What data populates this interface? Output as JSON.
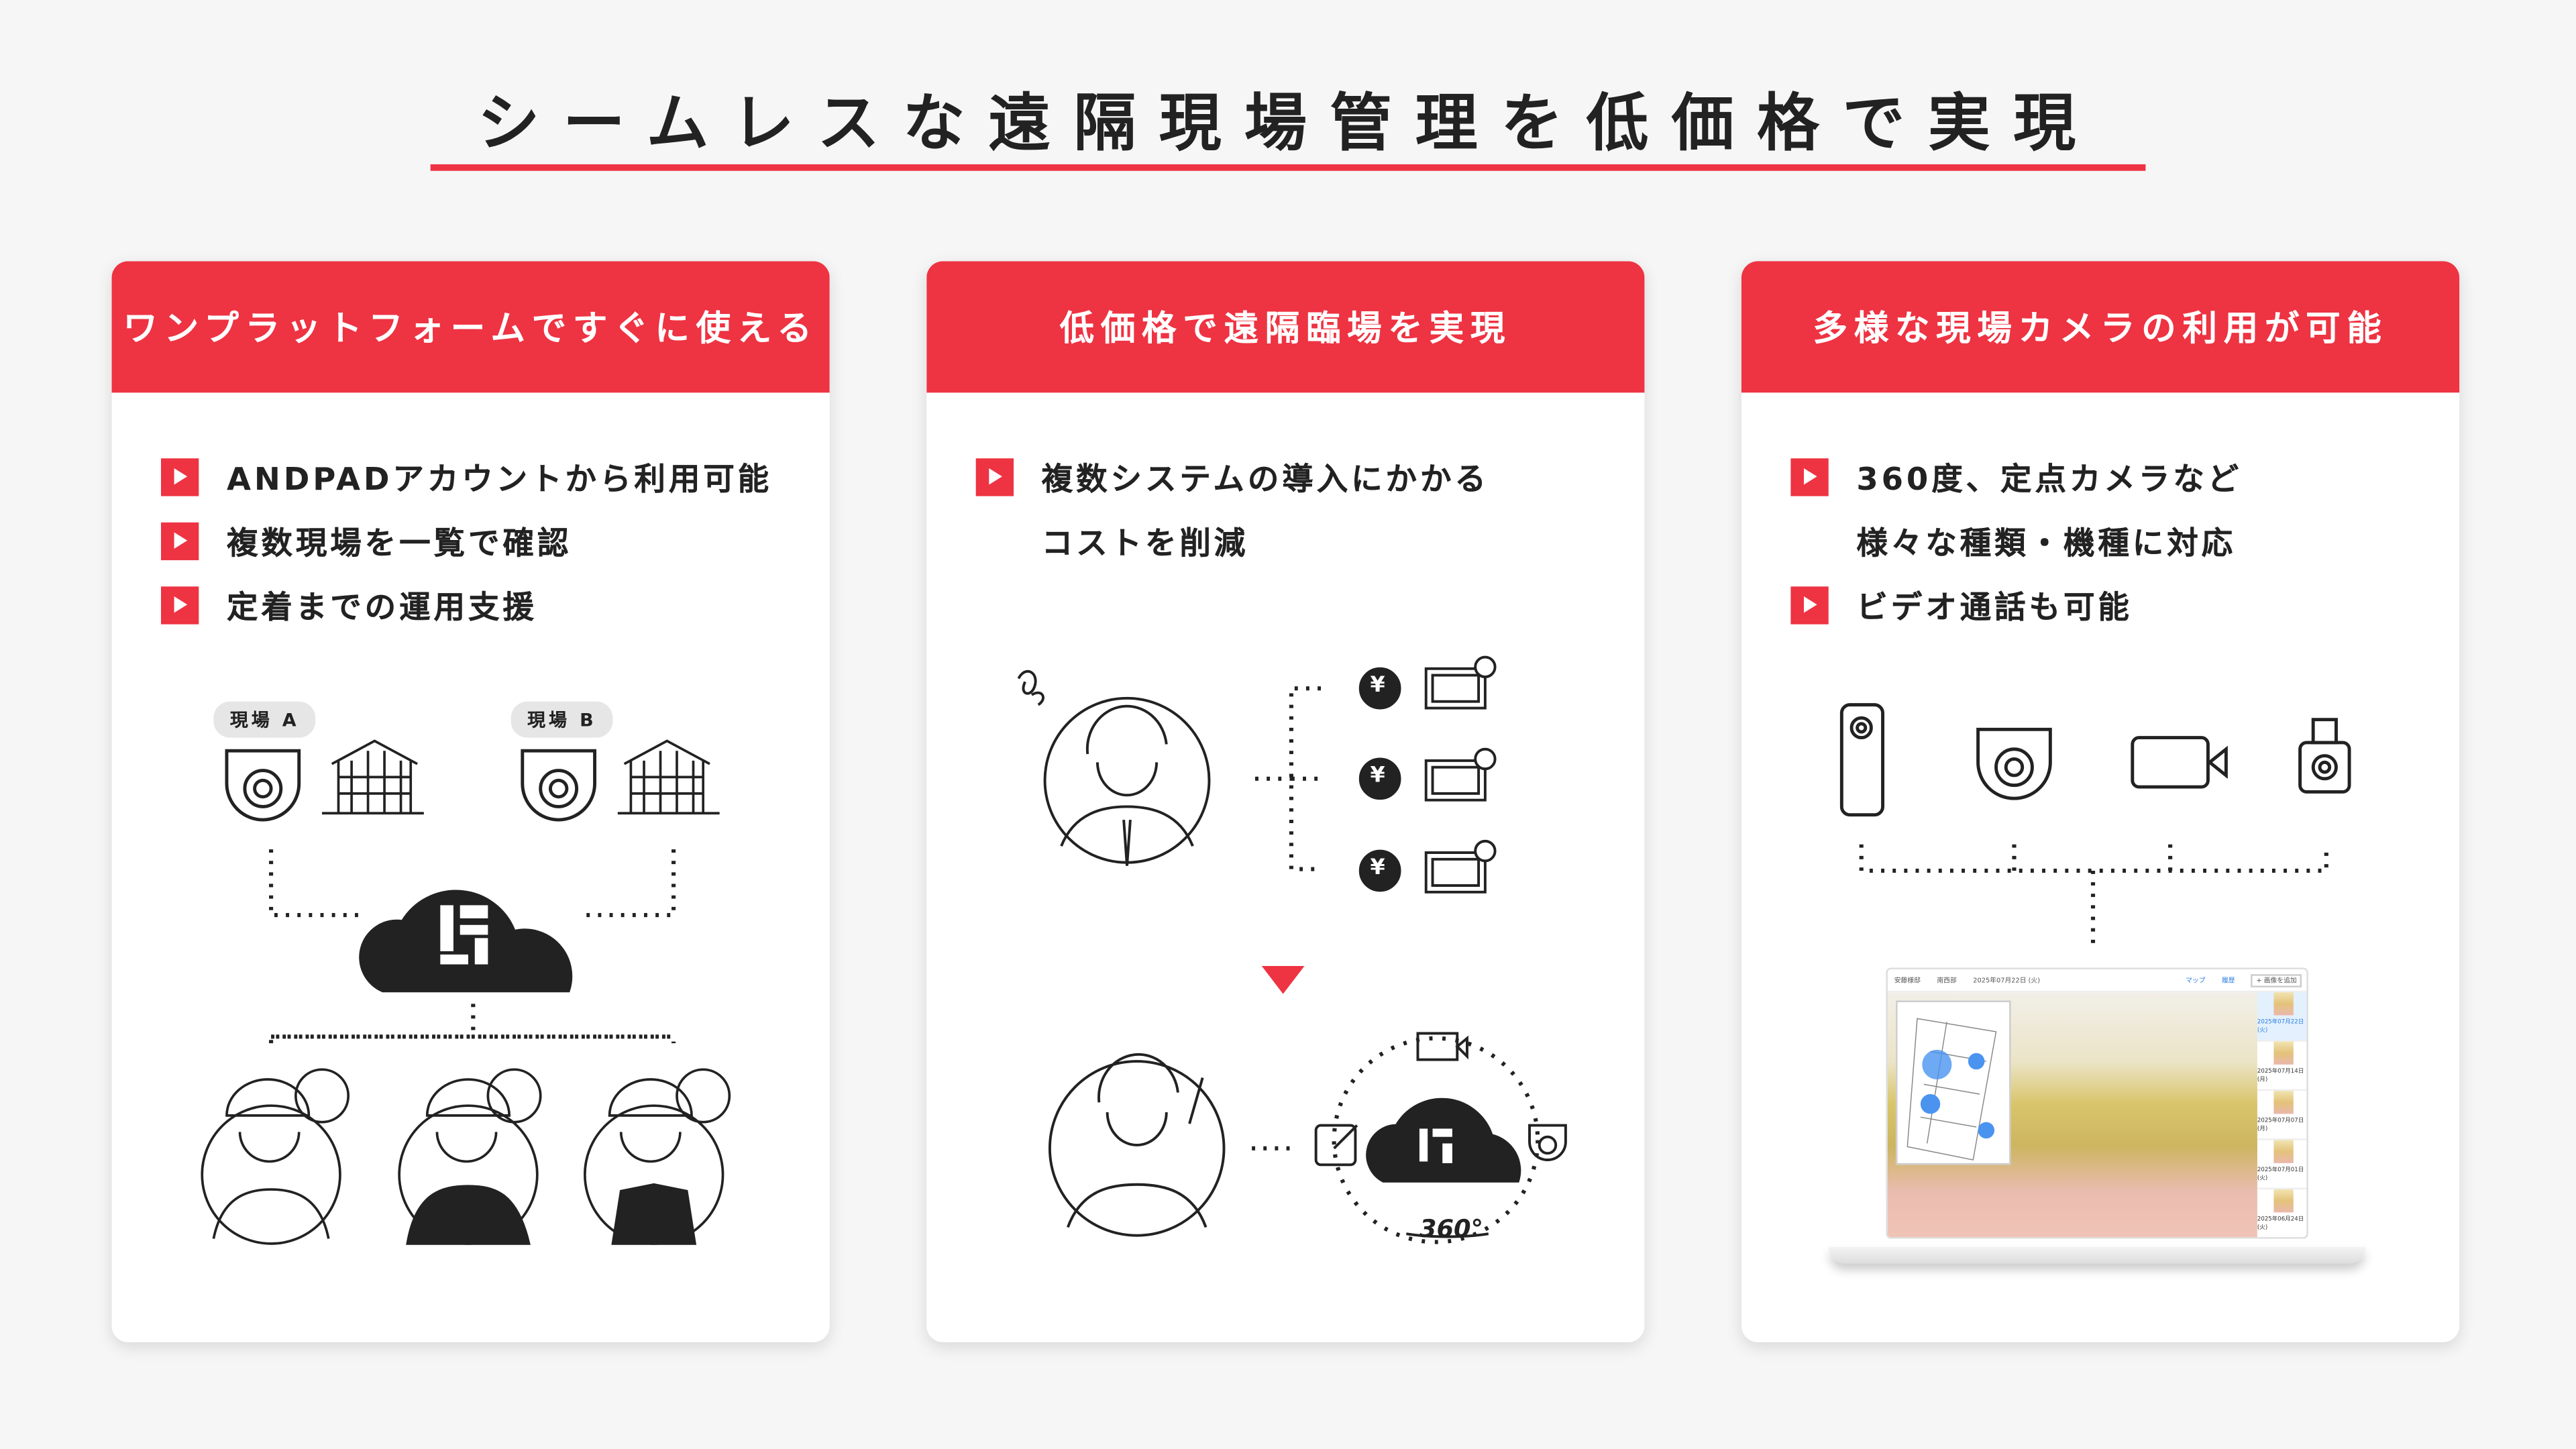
{
  "title": "シームレスな遠隔現場管理を低価格で実現",
  "cards": [
    {
      "heading": "ワンプラットフォームですぐに使える",
      "bullets": [
        "ANDPADアカウントから利用可能",
        "複数現場を一覧で確認",
        "定着までの運用支援"
      ],
      "site_labels": [
        "現場 A",
        "現場 B"
      ]
    },
    {
      "heading": "低価格で遠隔臨場を実現",
      "bullets": [
        "複数システムの導入にかかる",
        "コストを削減"
      ],
      "yen_symbol": "¥",
      "badge_360": "360°"
    },
    {
      "heading": "多様な現場カメラの利用が可能",
      "bullets": [
        "360度、定点カメラなど",
        "様々な種類・機種に対応",
        "ビデオ通話も可能"
      ],
      "screen": {
        "project": "安藤様邸",
        "area": "南西部",
        "date": "2025年07月22日 (火)",
        "toggle_map": "マップ",
        "toggle_history": "履歴",
        "add_image": "+ 画像を追加",
        "history": [
          "2025年07月22日 (火)",
          "2025年07月14日 (月)",
          "2025年07月07日 (月)",
          "2025年07月01日 (火)",
          "2025年06月24日 (火)"
        ]
      }
    }
  ],
  "colors": {
    "accent": "#ee3342",
    "ink": "#222222"
  }
}
